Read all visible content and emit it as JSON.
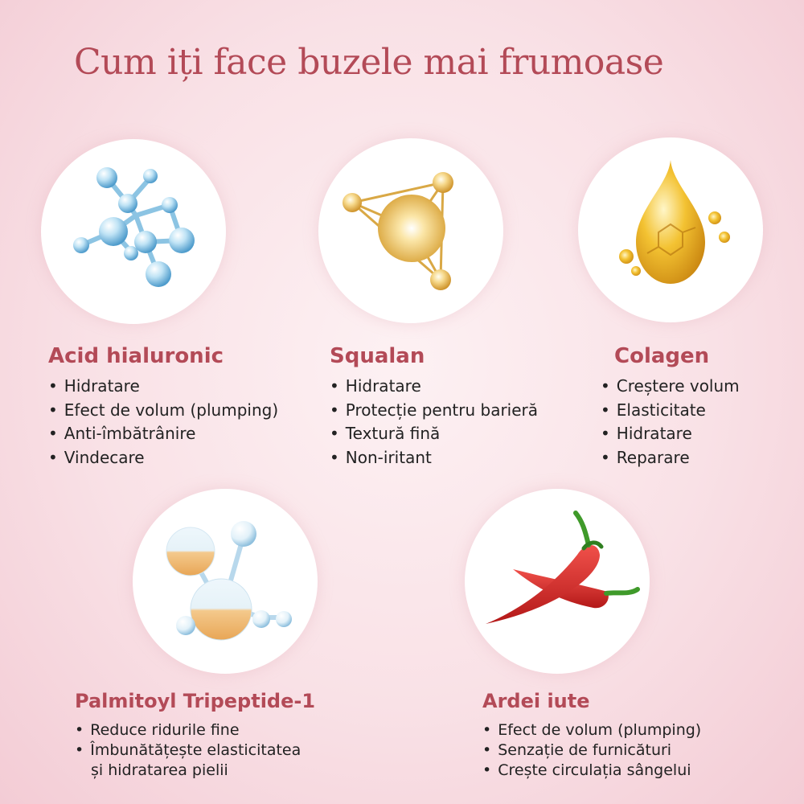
{
  "title": "Cum iți face buzele mai frumoase",
  "ingredients": [
    {
      "icon": "hyaluronic-molecule-icon",
      "name": "Acid hialuronic",
      "benefits": [
        "Hidratare",
        "Efect de volum (plumping)",
        "Anti-îmbătrânire",
        "Vindecare"
      ]
    },
    {
      "icon": "squalane-molecule-icon",
      "name": "Squalan",
      "benefits": [
        "Hidratare",
        "Protecție pentru barieră",
        "Textură fină",
        "Non-iritant"
      ]
    },
    {
      "icon": "collagen-drop-icon",
      "name": "Colagen",
      "benefits": [
        "Creștere volum",
        "Elasticitate",
        "Hidratare",
        "Reparare"
      ]
    },
    {
      "icon": "peptide-molecule-icon",
      "name": "Palmitoyl Tripeptide-1",
      "benefits": [
        "Reduce ridurile fine",
        "Îmbunătățește elasticitatea",
        "și hidratarea pielii"
      ]
    },
    {
      "icon": "chili-pepper-icon",
      "name": "Ardei iute",
      "benefits": [
        "Efect de volum (plumping)",
        "Senzație de furnicături",
        "Crește circulația sângelui"
      ]
    }
  ],
  "colors": {
    "accent": "#b34a57",
    "text": "#222222",
    "background": "#f9e1e6"
  }
}
